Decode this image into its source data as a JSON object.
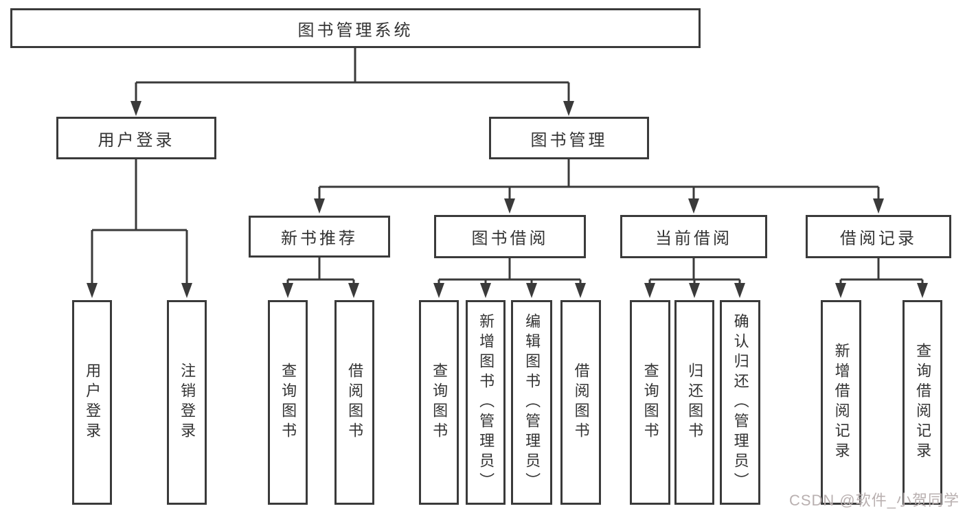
{
  "diagram": {
    "colors": {
      "line": "#3a3a3a",
      "text": "#333333",
      "box_background": "#ffffff",
      "watermark": "#b9b0b0"
    },
    "root": {
      "label": "图书管理系统"
    },
    "level2": [
      {
        "label": "用户登录"
      },
      {
        "label": "图书管理"
      }
    ],
    "level3": [
      {
        "label": "新书推荐"
      },
      {
        "label": "图书借阅"
      },
      {
        "label": "当前借阅"
      },
      {
        "label": "借阅记录"
      }
    ],
    "leaves": {
      "user_login": [
        "用户登录",
        "注销登录"
      ],
      "new_book": [
        "查询图书",
        "借阅图书"
      ],
      "book_borrow": [
        "查询图书",
        "新增图书（管理员）",
        "编辑图书（管理员）",
        "借阅图书"
      ],
      "current_borrow": [
        "查询图书",
        "归还图书",
        "确认归还（管理员）"
      ],
      "borrow_records": [
        "新增借阅记录",
        "查询借阅记录"
      ]
    },
    "watermark": "CSDN @软件_小贺同学"
  }
}
